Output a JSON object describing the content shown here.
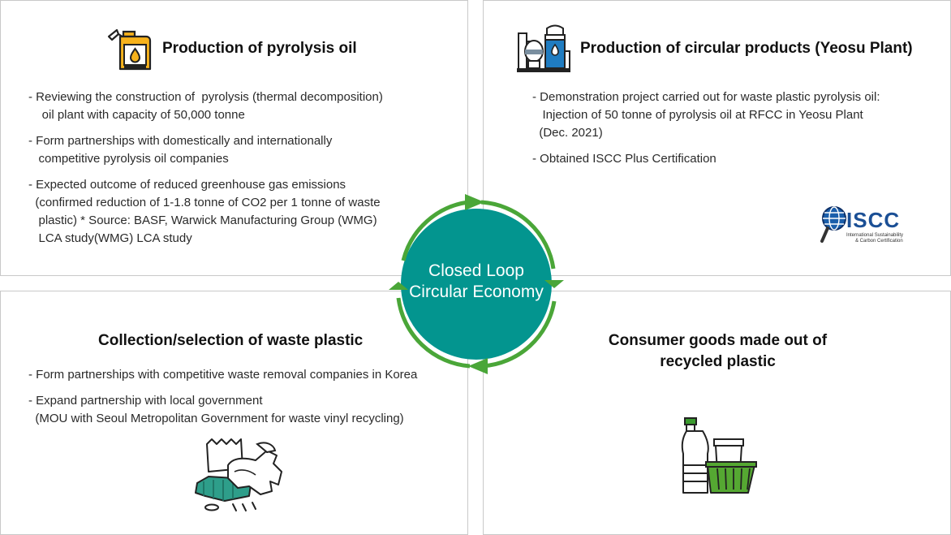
{
  "panels": {
    "top_left": {
      "title": "Production of pyrolysis oil",
      "icon": "fuel-can-icon",
      "bullets": [
        "- Reviewing the construction of  pyrolysis (thermal decomposition)\n    oil plant with capacity of 50,000 tonne",
        "- Form partnerships with domestically and internationally\n   competitive pyrolysis oil companies",
        "- Expected outcome of reduced greenhouse gas emissions\n  (confirmed reduction of 1-1.8 tonne of CO2 per 1 tonne of waste\n   plastic) * Source: BASF, Warwick Manufacturing Group (WMG)\n   LCA study(WMG) LCA study"
      ]
    },
    "top_right": {
      "title": "Production of circular products (Yeosu Plant)",
      "icon": "plant-tanks-icon",
      "bullets": [
        "- Demonstration project carried out for waste plastic pyrolysis oil:\n   Injection of 50 tonne of pyrolysis oil at RFCC in Yeosu Plant\n  (Dec. 2021)",
        "- Obtained ISCC Plus Certification"
      ],
      "logo": {
        "name": "ISCC",
        "subtitle_line1": "International Sustainability",
        "subtitle_line2": "& Carbon Certification"
      }
    },
    "bottom_left": {
      "title": "Collection/selection of waste plastic",
      "icon": "plastic-waste-icon",
      "bullets": [
        "- Form partnerships with competitive waste removal companies in Korea",
        "- Expand partnership with local government\n  (MOU with Seoul Metropolitan Government for waste vinyl recycling)"
      ]
    },
    "bottom_right": {
      "title_line1": "Consumer goods made out of",
      "title_line2": "recycled plastic",
      "icon": "recycled-bottle-basket-icon"
    }
  },
  "center": {
    "line1": "Closed Loop",
    "line2": "Circular Economy",
    "circle_color": "#03958f",
    "arrow_color": "#4aa638"
  }
}
